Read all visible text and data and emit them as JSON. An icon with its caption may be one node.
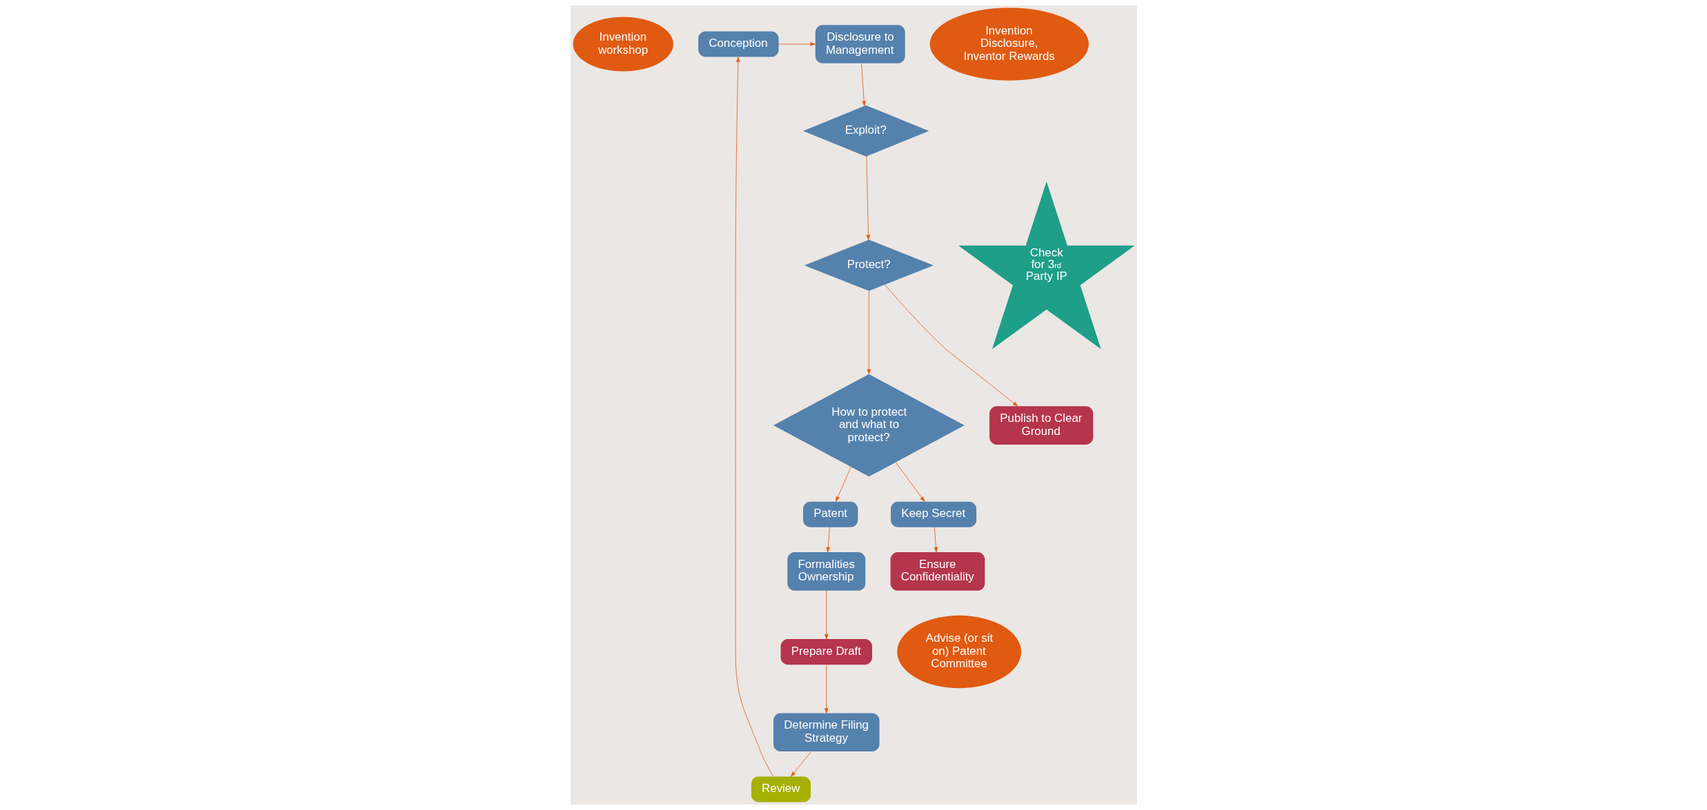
{
  "diagram": {
    "nodes": [
      {
        "text": [
          "Invention workshop"
        ]
      },
      {
        "text": [
          "Conception"
        ]
      },
      {
        "text": [
          "Disclosure to Management"
        ]
      },
      {
        "text": [
          "Invention Disclosure, Inventor Rewards"
        ]
      },
      {
        "text": [
          "How to protect and what to protect?"
        ]
      },
      {
        "text": [
          "Exploit?"
        ]
      },
      {
        "text": [
          "Review"
        ]
      },
      {
        "text": [
          "Check for 3$^{rd}$ Party IP"
        ]
      },
      {
        "text": [
          "Protect?"
        ]
      },
      {
        "text": [
          "Patent"
        ]
      },
      {
        "text": [
          "Keep Secret"
        ]
      },
      {
        "text": [
          "Formalities Ownership"
        ]
      },
      {
        "text": [
          "Ensure Confidentiality"
        ]
      },
      {
        "text": [
          "Determine Filing Strategy"
        ]
      },
      {
        "text": [
          "Publish to Clear Ground"
        ]
      },
      {
        "text": [
          "Prepare Draft"
        ]
      },
      {
        "text": [
          "Advise (or sit on) Patent Committee"
        ]
      }
    ],
    "edges": [
      {
        "from": 1,
        "to": 2,
        "arrow": "to"
      },
      {
        "from": 2,
        "to": 5,
        "arrow": "to"
      },
      {
        "from": 5,
        "to": 8,
        "arrow": "to"
      },
      {
        "from": 8,
        "to": 4,
        "arrow": "to"
      },
      {
        "from": 4,
        "to": 9,
        "arrow": "to"
      },
      {
        "from": 4,
        "to": 10,
        "arrow": "to"
      },
      {
        "from": 9,
        "to": 11,
        "arrow": "to"
      },
      {
        "from": 11,
        "to": 15,
        "arrow": "to"
      },
      {
        "from": 10,
        "to": 12,
        "arrow": "to"
      },
      {
        "from": 8,
        "to": 14,
        "arrow": "to"
      },
      {
        "from": 15,
        "to": 13,
        "arrow": "to"
      },
      {
        "from": 13,
        "to": 6,
        "arrow": "to"
      },
      {
        "from": 6,
        "to": 1,
        "arrow": "to"
      }
    ]
  }
}
